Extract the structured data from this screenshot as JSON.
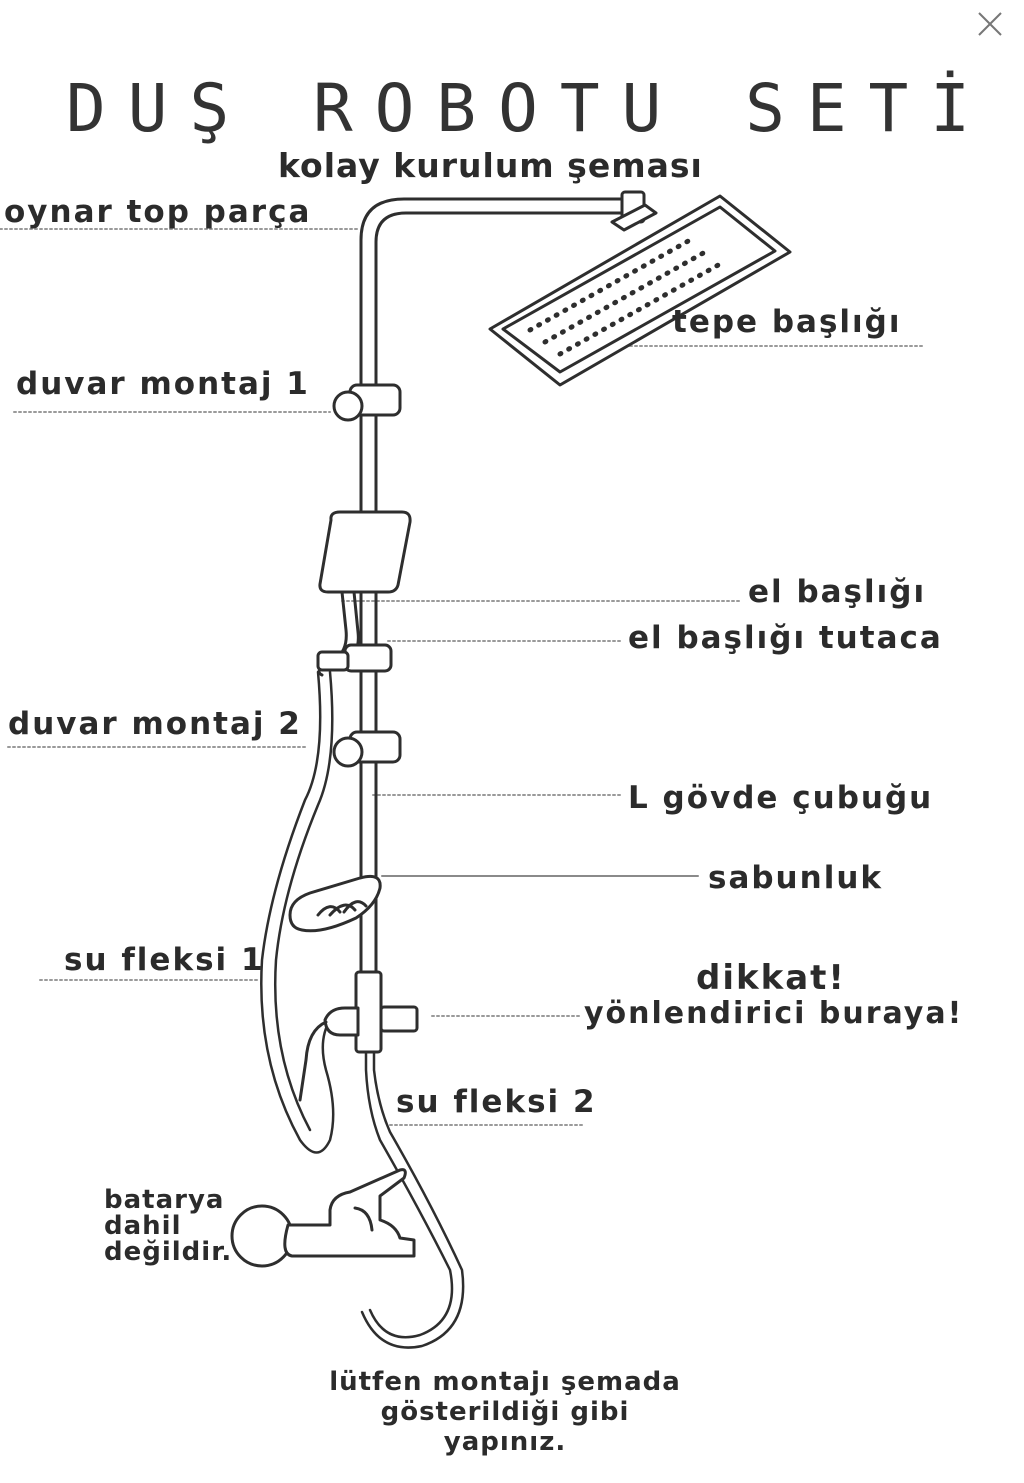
{
  "window": {
    "close_icon": "close-icon"
  },
  "diagram": {
    "title": "DUŞ ROBOTU SETİ",
    "subtitle": "kolay kurulum şeması",
    "labels": {
      "oynar_top_parca": "oynar top parça",
      "tepe_basligi": "tepe başlığı",
      "duvar_montaj_1": "duvar montaj 1",
      "el_basligi": "el başlığı",
      "el_basligi_tutaca": "el başlığı tutaca",
      "duvar_montaj_2": "duvar montaj 2",
      "l_govde_cubugu": "L gövde çubuğu",
      "sabunluk": "sabunluk",
      "su_fleksi_1": "su fleksi 1",
      "dikkat": "dikkat!",
      "yonlendirici": "yönlendirici buraya!",
      "su_fleksi_2": "su fleksi 2",
      "batarya_1": "batarya",
      "batarya_2": "dahil",
      "batarya_3": "değildir.",
      "note_1": "lütfen montajı şemada",
      "note_2": "gösterildiği gibi",
      "note_3": "yapınız."
    },
    "colors": {
      "line": "#2e2e2e",
      "leader": "#9a9a9a"
    }
  }
}
